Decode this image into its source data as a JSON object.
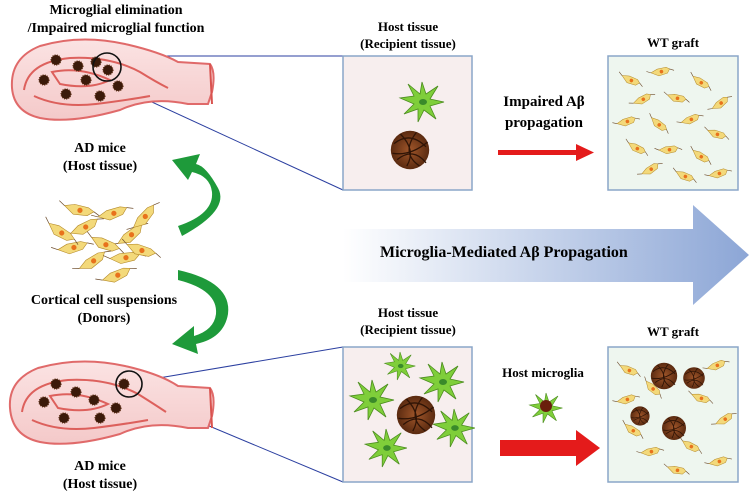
{
  "labels": {
    "microglial_line1": "Microglial elimination",
    "microglial_line2": "/Impaired microglial function",
    "ad_mice_top_line1": "AD mice",
    "ad_mice_top_line2": "(Host tissue)",
    "host_tissue_top_line1": "Host tissue",
    "host_tissue_top_line2": "(Recipient tissue)",
    "wt_graft_top": "WT graft",
    "impaired_line1": "Impaired Aβ",
    "impaired_line2": "propagation",
    "banner": "Microglia-Mediated Aβ Propagation",
    "cortical_line1": "Cortical cell suspensions",
    "cortical_line2": "(Donors)",
    "host_tissue_bottom_line1": "Host tissue",
    "host_tissue_bottom_line2": "(Recipient tissue)",
    "host_microglia": "Host microglia",
    "wt_graft_bottom": "WT graft",
    "ad_mice_bottom_line1": "AD mice",
    "ad_mice_bottom_line2": "(Host tissue)"
  },
  "colors": {
    "graft_panel_fill": "#eef6ef",
    "host_panel_fill": "#f7eeee",
    "panel_border": "#8aa6c8",
    "microglia_green": "#7fce3a",
    "plaque_brown": "#8b4a22",
    "red_arrow": "#e41b1b",
    "green_arrow": "#1e9a3a",
    "banner_blue": "#8ca6d6",
    "brain_outline": "#e06a6a"
  }
}
